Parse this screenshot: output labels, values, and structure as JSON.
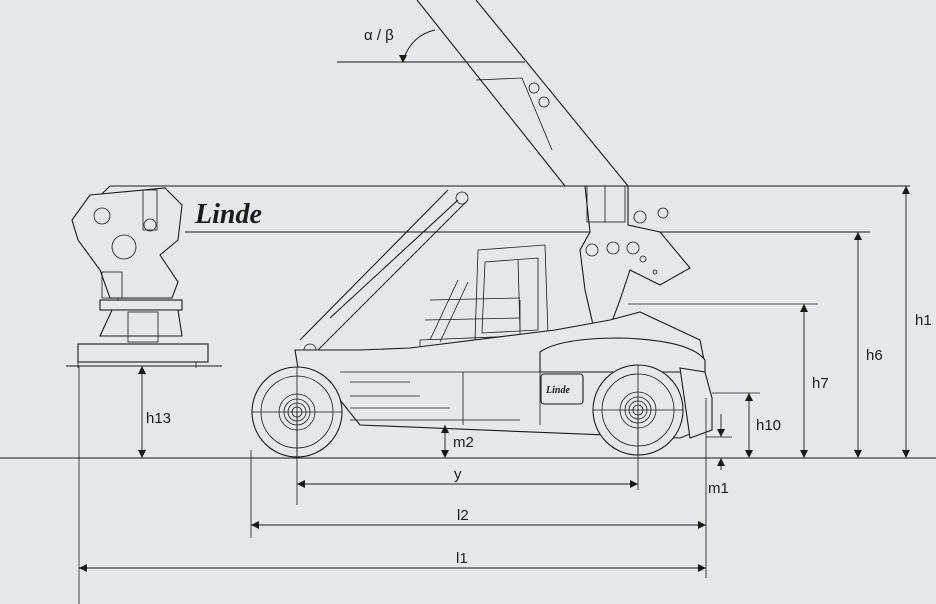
{
  "brand": {
    "logo_text": "Linde",
    "badge_text": "Linde"
  },
  "dimensions": {
    "angle": "α / β",
    "h1": "h1",
    "h6": "h6",
    "h7": "h7",
    "h10": "h10",
    "h13": "h13",
    "m1": "m1",
    "m2": "m2",
    "y": "y",
    "l1": "l1",
    "l2": "l2"
  },
  "icons": [
    "arrow-icon"
  ]
}
